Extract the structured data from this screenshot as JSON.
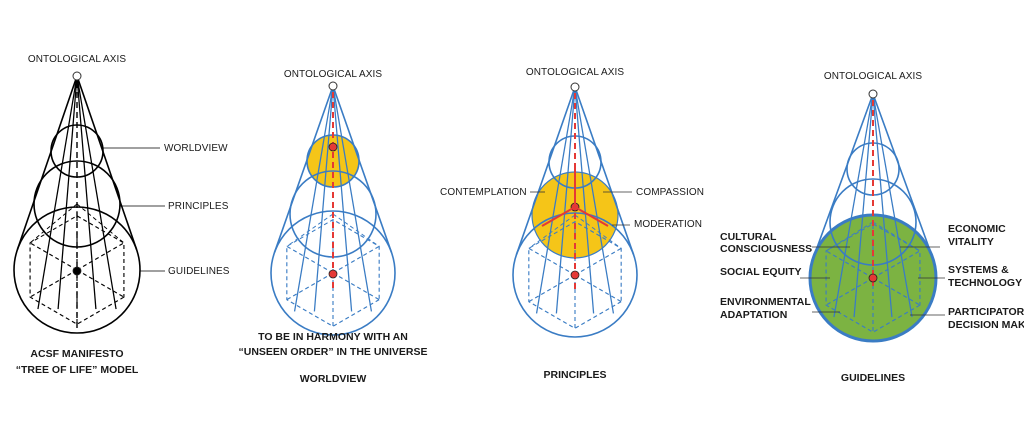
{
  "panel1": {
    "axis_label": "ONTOLOGICAL AXIS",
    "labels": [
      "WORLDVIEW",
      "PRINCIPLES",
      "GUIDELINES"
    ],
    "caption_line1": "ACSF MANIFESTO",
    "caption_line2": "“TREE OF LIFE” MODEL",
    "color": "#000000"
  },
  "panel2": {
    "axis_label": "ONTOLOGICAL AXIS",
    "caption_line1": "TO BE IN HARMONY WITH AN",
    "caption_line2": "“UNSEEN ORDER” IN THE UNIVERSE",
    "caption_line3": "WORLDVIEW",
    "color": "#3a7cc4",
    "highlight_color": "#f5c518"
  },
  "panel3": {
    "axis_label": "ONTOLOGICAL AXIS",
    "left_label": "CONTEMPLATION",
    "right_label": "COMPASSION",
    "bottom_label": "MODERATION",
    "caption": "PRINCIPLES",
    "color": "#3a7cc4",
    "highlight_color": "#f5c518"
  },
  "panel4": {
    "axis_label": "ONTOLOGICAL AXIS",
    "left_labels": [
      [
        "CULTURAL",
        "CONSCIOUSNESS"
      ],
      [
        "SOCIAL EQUITY"
      ],
      [
        "ENVIRONMENTAL",
        "ADAPTATION"
      ]
    ],
    "right_labels": [
      [
        "ECONOMIC",
        "VITALITY"
      ],
      [
        "SYSTEMS &",
        "TECHNOLOGY"
      ],
      [
        "PARTICIPATORY",
        "DECISION MAKING"
      ]
    ],
    "caption": "GUIDELINES",
    "color": "#3a7cc4",
    "highlight_color": "#7cb342"
  },
  "colors": {
    "axis_dash": "#e53935",
    "dot": "#e53935"
  }
}
